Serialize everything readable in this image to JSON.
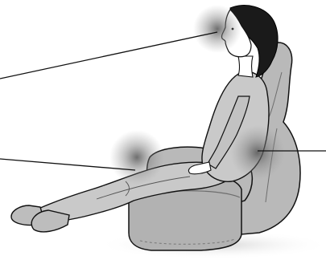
{
  "figure": {
    "subject": "woman-seated-in-massage-recliner",
    "hotspots": [
      "eye-area",
      "lower-back",
      "back-of-thigh"
    ],
    "colors": {
      "chair": "#b9b9b9",
      "chair_dark": "#9a9a9a",
      "clothing": "#c9c9c9",
      "skin": "#ffffff",
      "hair": "#1a1a1a",
      "outline": "#111111",
      "glow": "#6b6b6b"
    }
  }
}
